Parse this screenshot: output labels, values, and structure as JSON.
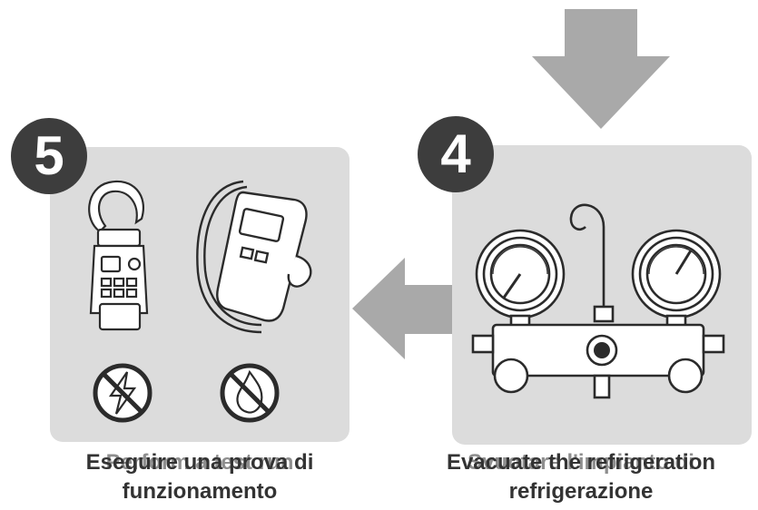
{
  "steps": [
    {
      "number": "5",
      "caption_line1": "Eseguire una prova di",
      "caption_line2": "funzionamento",
      "caption_overlay": "Perform a test run"
    },
    {
      "number": "4",
      "caption_line1": "Evacuate the refrigeration",
      "caption_line2": "refrigerazione",
      "caption_overlay": "Svuotare l'impianto di"
    }
  ],
  "colors": {
    "panel": "#dcdcdc",
    "badge": "#3d3d3d",
    "arrow": "#a9a9a9",
    "line_art": "#2b2b2b"
  },
  "icons": [
    "arrow-down-icon",
    "arrow-left-icon",
    "clamp-meter-icon",
    "leak-detector-icon",
    "no-electricity-icon",
    "no-flame-icon",
    "manifold-gauge-icon"
  ]
}
